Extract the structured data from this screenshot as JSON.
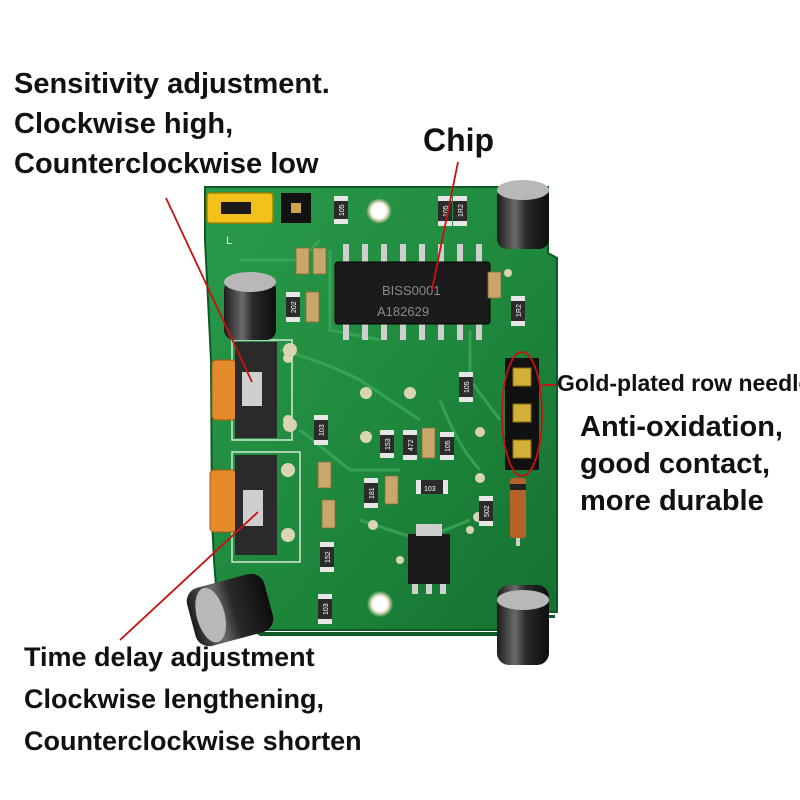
{
  "labels": {
    "sensitivity": [
      "Sensitivity adjustment.",
      "Clockwise high,",
      "Counterclockwise low"
    ],
    "chip": "Chip",
    "gold_plated": "Gold-plated row needles",
    "anti_oxidation": [
      "Anti-oxidation,",
      "good contact,",
      "more durable"
    ],
    "time_delay": [
      "Time delay adjustment",
      "Clockwise lengthening,",
      "Counterclockwise shorten"
    ]
  },
  "board_markings": {
    "chip_line1": "BISS0001",
    "chip_line2": "A182629",
    "jumper_l": "L",
    "resistors": [
      "105",
      "202",
      "103",
      "153",
      "472",
      "105",
      "103",
      "181",
      "152",
      "103",
      "502",
      "105",
      "105",
      "1R2",
      "1R2"
    ]
  },
  "colors": {
    "pcb": "#1f8a3e",
    "pcb_dark": "#146b2c",
    "annotation_line": "#cc1010",
    "label_text": "#111111"
  }
}
